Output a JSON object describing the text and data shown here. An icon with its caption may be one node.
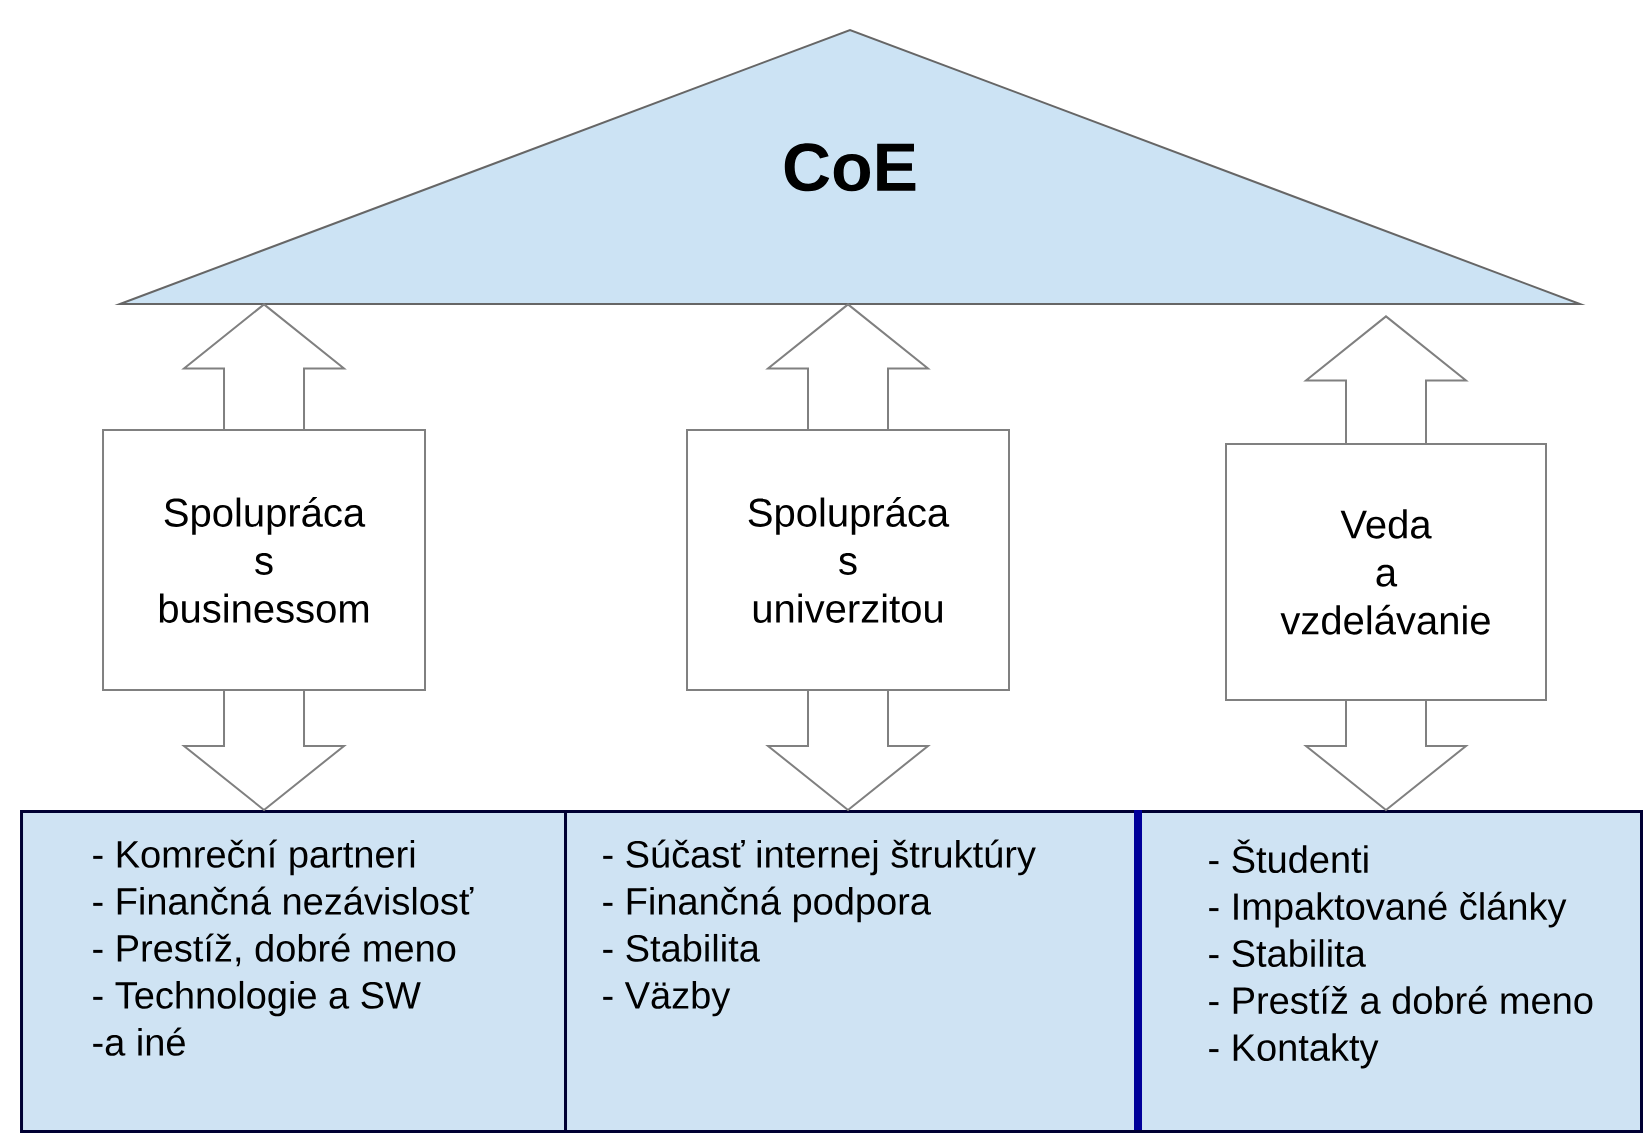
{
  "diagram": {
    "nodes": [
      {
        "text": [
          "CoE"
        ]
      },
      {
        "text": [
          "- Komreční partneri",
          "- Finančná nezávislosť",
          "- Prestíž, dobré meno",
          "- Technologie a SW",
          "-a iné"
        ]
      },
      {
        "text": [
          "- Súčasť internej štruktúry",
          "- Finančná podpora",
          "- Stabilita",
          "- Väzby"
        ]
      },
      {
        "text": [
          "- Študenti",
          "- Impaktované články",
          "- Stabilita",
          "- Prestíž a dobré meno",
          "- Kontakty"
        ]
      }
    ],
    "edges": [
      {
        "from": 0,
        "to": 1,
        "arrow": "both",
        "label": "Spolupráca s businessom"
      },
      {
        "from": 0,
        "to": 2,
        "arrow": "both",
        "label": "Spolupráca s univerzitou"
      },
      {
        "from": 0,
        "to": 3,
        "arrow": "both",
        "label": "Veda a vzdelávanie"
      }
    ]
  }
}
